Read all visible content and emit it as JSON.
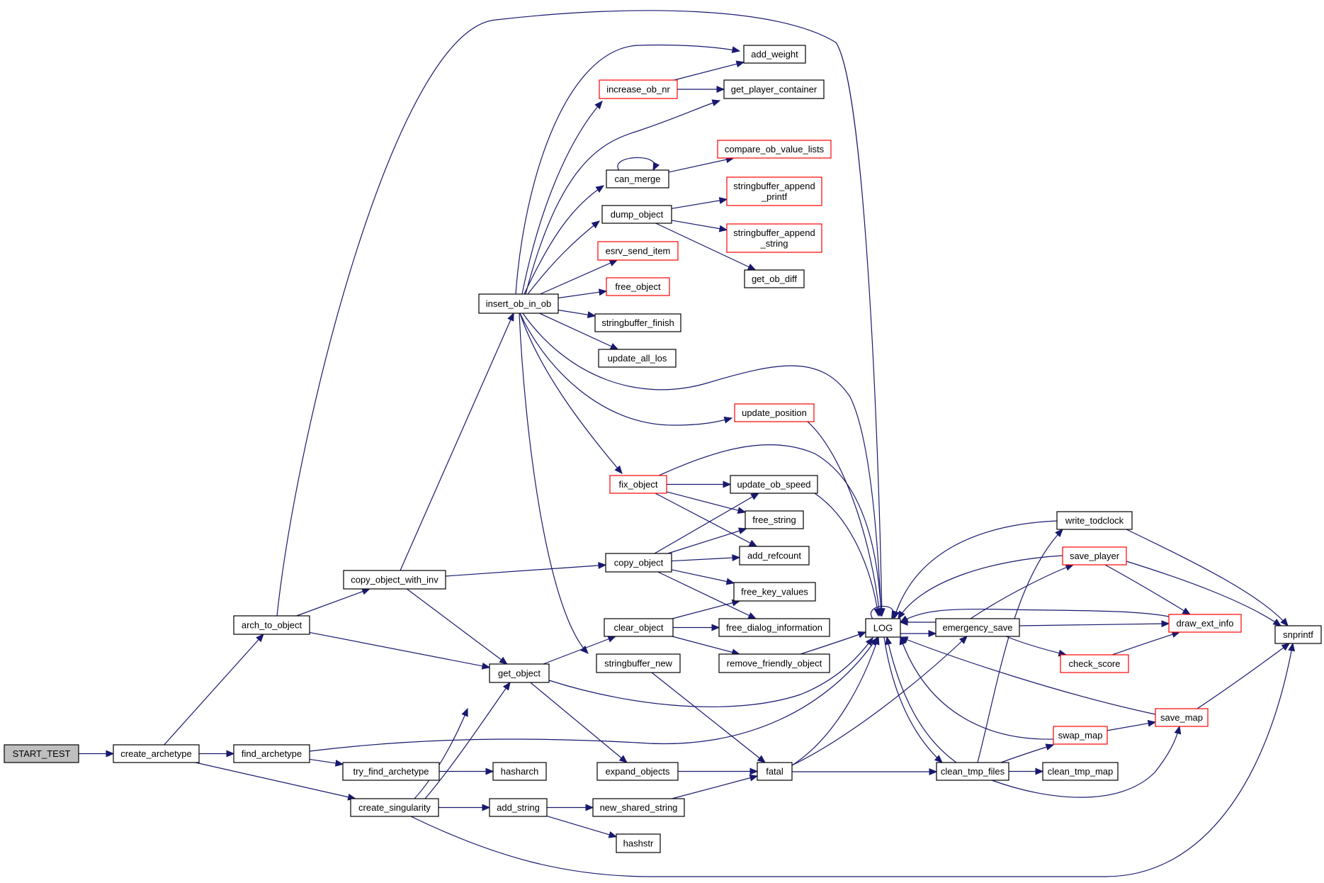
{
  "title": "START_TEST call graph",
  "colors": {
    "edge": "#191970",
    "root_fill": "#bfbfbf",
    "node_border": "#000000",
    "truncated_border": "#ff0000"
  },
  "nodes": [
    {
      "id": "START_TEST",
      "label": "START_TEST",
      "kind": "root"
    },
    {
      "id": "create_archetype",
      "label": "create_archetype",
      "kind": "normal"
    },
    {
      "id": "arch_to_object",
      "label": "arch_to_object",
      "kind": "normal"
    },
    {
      "id": "find_archetype",
      "label": "find_archetype",
      "kind": "normal"
    },
    {
      "id": "try_find_archetype",
      "label": "try_find_archetype",
      "kind": "normal"
    },
    {
      "id": "create_singularity",
      "label": "create_singularity",
      "kind": "normal"
    },
    {
      "id": "copy_object_with_inv",
      "label": "copy_object_with_inv",
      "kind": "normal"
    },
    {
      "id": "get_object",
      "label": "get_object",
      "kind": "normal"
    },
    {
      "id": "insert_ob_in_ob",
      "label": "insert_ob_in_ob",
      "kind": "normal"
    },
    {
      "id": "hasharch",
      "label": "hasharch",
      "kind": "normal"
    },
    {
      "id": "add_string",
      "label": "add_string",
      "kind": "normal"
    },
    {
      "id": "hashstr",
      "label": "hashstr",
      "kind": "normal"
    },
    {
      "id": "new_shared_string",
      "label": "new_shared_string",
      "kind": "normal"
    },
    {
      "id": "expand_objects",
      "label": "expand_objects",
      "kind": "normal"
    },
    {
      "id": "fatal",
      "label": "fatal",
      "kind": "normal"
    },
    {
      "id": "stringbuffer_new",
      "label": "stringbuffer_new",
      "kind": "normal"
    },
    {
      "id": "clear_object",
      "label": "clear_object",
      "kind": "normal"
    },
    {
      "id": "copy_object",
      "label": "copy_object",
      "kind": "normal"
    },
    {
      "id": "fix_object",
      "label": "fix_object",
      "kind": "truncated"
    },
    {
      "id": "update_all_los",
      "label": "update_all_los",
      "kind": "normal"
    },
    {
      "id": "stringbuffer_finish",
      "label": "stringbuffer_finish",
      "kind": "normal"
    },
    {
      "id": "free_object",
      "label": "free_object",
      "kind": "truncated"
    },
    {
      "id": "esrv_send_item",
      "label": "esrv_send_item",
      "kind": "truncated"
    },
    {
      "id": "dump_object",
      "label": "dump_object",
      "kind": "normal"
    },
    {
      "id": "can_merge",
      "label": "can_merge",
      "kind": "normal"
    },
    {
      "id": "increase_ob_nr",
      "label": "increase_ob_nr",
      "kind": "truncated"
    },
    {
      "id": "add_weight",
      "label": "add_weight",
      "kind": "normal"
    },
    {
      "id": "get_player_container",
      "label": "get_player_container",
      "kind": "normal"
    },
    {
      "id": "compare_ob_value_lists",
      "label": "compare_ob_value_lists",
      "kind": "truncated"
    },
    {
      "id": "stringbuffer_append_printf",
      "label": "stringbuffer_append\n_printf",
      "kind": "truncated"
    },
    {
      "id": "stringbuffer_append_string",
      "label": "stringbuffer_append\n_string",
      "kind": "truncated"
    },
    {
      "id": "get_ob_diff",
      "label": "get_ob_diff",
      "kind": "normal"
    },
    {
      "id": "update_position",
      "label": "update_position",
      "kind": "truncated"
    },
    {
      "id": "update_ob_speed",
      "label": "update_ob_speed",
      "kind": "normal"
    },
    {
      "id": "free_string",
      "label": "free_string",
      "kind": "normal"
    },
    {
      "id": "add_refcount",
      "label": "add_refcount",
      "kind": "normal"
    },
    {
      "id": "free_key_values",
      "label": "free_key_values",
      "kind": "normal"
    },
    {
      "id": "free_dialog_information",
      "label": "free_dialog_information",
      "kind": "normal"
    },
    {
      "id": "remove_friendly_object",
      "label": "remove_friendly_object",
      "kind": "normal"
    },
    {
      "id": "LOG",
      "label": "LOG",
      "kind": "normal"
    },
    {
      "id": "emergency_save",
      "label": "emergency_save",
      "kind": "normal"
    },
    {
      "id": "clean_tmp_files",
      "label": "clean_tmp_files",
      "kind": "normal"
    },
    {
      "id": "clean_tmp_map",
      "label": "clean_tmp_map",
      "kind": "normal"
    },
    {
      "id": "swap_map",
      "label": "swap_map",
      "kind": "truncated"
    },
    {
      "id": "save_map",
      "label": "save_map",
      "kind": "truncated"
    },
    {
      "id": "write_todclock",
      "label": "write_todclock",
      "kind": "normal"
    },
    {
      "id": "save_player",
      "label": "save_player",
      "kind": "truncated"
    },
    {
      "id": "check_score",
      "label": "check_score",
      "kind": "truncated"
    },
    {
      "id": "draw_ext_info",
      "label": "draw_ext_info",
      "kind": "truncated"
    },
    {
      "id": "snprintf",
      "label": "snprintf",
      "kind": "normal"
    }
  ],
  "edges": [
    [
      "START_TEST",
      "create_archetype"
    ],
    [
      "create_archetype",
      "arch_to_object"
    ],
    [
      "create_archetype",
      "find_archetype"
    ],
    [
      "create_archetype",
      "create_singularity"
    ],
    [
      "arch_to_object",
      "copy_object_with_inv"
    ],
    [
      "arch_to_object",
      "get_object"
    ],
    [
      "arch_to_object",
      "LOG"
    ],
    [
      "find_archetype",
      "try_find_archetype"
    ],
    [
      "find_archetype",
      "LOG"
    ],
    [
      "try_find_archetype",
      "hasharch"
    ],
    [
      "create_singularity",
      "get_object"
    ],
    [
      "create_singularity",
      "add_string"
    ],
    [
      "create_singularity",
      "LOG"
    ],
    [
      "create_singularity",
      "snprintf"
    ],
    [
      "copy_object_with_inv",
      "insert_ob_in_ob"
    ],
    [
      "copy_object_with_inv",
      "copy_object"
    ],
    [
      "copy_object_with_inv",
      "get_object"
    ],
    [
      "get_object",
      "clear_object"
    ],
    [
      "get_object",
      "expand_objects"
    ],
    [
      "get_object",
      "LOG"
    ],
    [
      "insert_ob_in_ob",
      "add_weight"
    ],
    [
      "insert_ob_in_ob",
      "increase_ob_nr"
    ],
    [
      "insert_ob_in_ob",
      "get_player_container"
    ],
    [
      "insert_ob_in_ob",
      "can_merge"
    ],
    [
      "insert_ob_in_ob",
      "dump_object"
    ],
    [
      "insert_ob_in_ob",
      "esrv_send_item"
    ],
    [
      "insert_ob_in_ob",
      "free_object"
    ],
    [
      "insert_ob_in_ob",
      "stringbuffer_finish"
    ],
    [
      "insert_ob_in_ob",
      "update_all_los"
    ],
    [
      "insert_ob_in_ob",
      "LOG"
    ],
    [
      "insert_ob_in_ob",
      "update_position"
    ],
    [
      "insert_ob_in_ob",
      "fix_object"
    ],
    [
      "insert_ob_in_ob",
      "stringbuffer_new"
    ],
    [
      "increase_ob_nr",
      "add_weight"
    ],
    [
      "increase_ob_nr",
      "get_player_container"
    ],
    [
      "can_merge",
      "can_merge"
    ],
    [
      "can_merge",
      "compare_ob_value_lists"
    ],
    [
      "dump_object",
      "stringbuffer_append_printf"
    ],
    [
      "dump_object",
      "stringbuffer_append_string"
    ],
    [
      "dump_object",
      "get_ob_diff"
    ],
    [
      "update_position",
      "LOG"
    ],
    [
      "fix_object",
      "update_ob_speed"
    ],
    [
      "fix_object",
      "free_string"
    ],
    [
      "fix_object",
      "add_refcount"
    ],
    [
      "fix_object",
      "LOG"
    ],
    [
      "copy_object",
      "update_ob_speed"
    ],
    [
      "copy_object",
      "free_string"
    ],
    [
      "copy_object",
      "add_refcount"
    ],
    [
      "copy_object",
      "free_key_values"
    ],
    [
      "copy_object",
      "free_dialog_information"
    ],
    [
      "clear_object",
      "free_key_values"
    ],
    [
      "clear_object",
      "free_dialog_information"
    ],
    [
      "clear_object",
      "remove_friendly_object"
    ],
    [
      "update_ob_speed",
      "LOG"
    ],
    [
      "remove_friendly_object",
      "LOG"
    ],
    [
      "stringbuffer_new",
      "fatal"
    ],
    [
      "expand_objects",
      "fatal"
    ],
    [
      "add_string",
      "new_shared_string"
    ],
    [
      "add_string",
      "hashstr"
    ],
    [
      "new_shared_string",
      "fatal"
    ],
    [
      "fatal",
      "emergency_save"
    ],
    [
      "fatal",
      "clean_tmp_files"
    ],
    [
      "fatal",
      "LOG"
    ],
    [
      "LOG",
      "LOG"
    ],
    [
      "LOG",
      "emergency_save"
    ],
    [
      "LOG",
      "clean_tmp_files"
    ],
    [
      "emergency_save",
      "LOG"
    ],
    [
      "emergency_save",
      "save_player"
    ],
    [
      "emergency_save",
      "draw_ext_info"
    ],
    [
      "emergency_save",
      "check_score"
    ],
    [
      "clean_tmp_files",
      "LOG"
    ],
    [
      "clean_tmp_files",
      "write_todclock"
    ],
    [
      "clean_tmp_files",
      "swap_map"
    ],
    [
      "clean_tmp_files",
      "clean_tmp_map"
    ],
    [
      "clean_tmp_files",
      "save_map"
    ],
    [
      "write_todclock",
      "LOG"
    ],
    [
      "write_todclock",
      "snprintf"
    ],
    [
      "save_player",
      "LOG"
    ],
    [
      "save_player",
      "draw_ext_info"
    ],
    [
      "save_player",
      "snprintf"
    ],
    [
      "check_score",
      "draw_ext_info"
    ],
    [
      "draw_ext_info",
      "LOG"
    ],
    [
      "swap_map",
      "LOG"
    ],
    [
      "swap_map",
      "save_map"
    ],
    [
      "save_map",
      "LOG"
    ],
    [
      "save_map",
      "snprintf"
    ]
  ]
}
